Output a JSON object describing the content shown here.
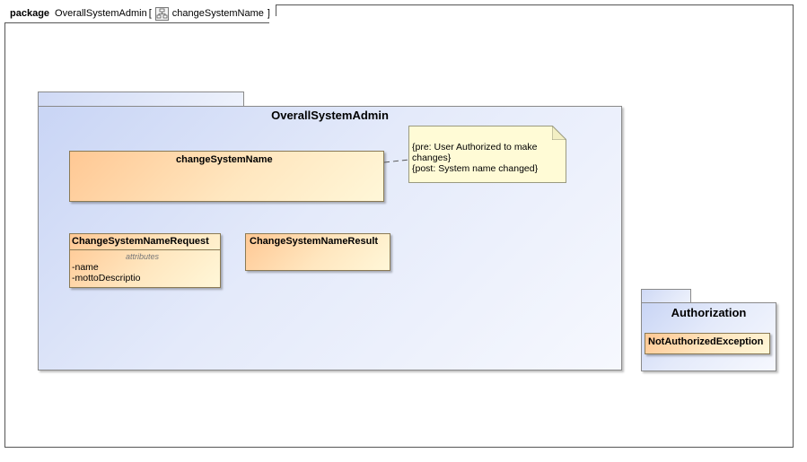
{
  "frame": {
    "keyword": "package",
    "name": "OverallSystemAdmin",
    "bracket_open": "[",
    "diagram_icon": "class-diagram-icon",
    "diagram_name": "changeSystemName",
    "bracket_close": "]"
  },
  "packages": [
    {
      "name": "OverallSystemAdmin",
      "classes": [
        {
          "name": "changeSystemName"
        },
        {
          "name": "ChangeSystemNameRequest",
          "compartment_label": "attributes",
          "attributes": [
            "-name",
            "-mottoDescriptio"
          ]
        },
        {
          "name": "ChangeSystemNameResult"
        }
      ],
      "note": {
        "lines": [
          "{pre: User Authorized to make",
          "changes}",
          "{post: System name changed}"
        ]
      }
    },
    {
      "name": "Authorization",
      "classes": [
        {
          "name": "NotAuthorizedException"
        }
      ]
    }
  ],
  "colors": {
    "package_fill": "#dbe3f8",
    "class_fill": "#ffd9a8",
    "note_fill": "#fffbd6",
    "border": "#555555"
  }
}
